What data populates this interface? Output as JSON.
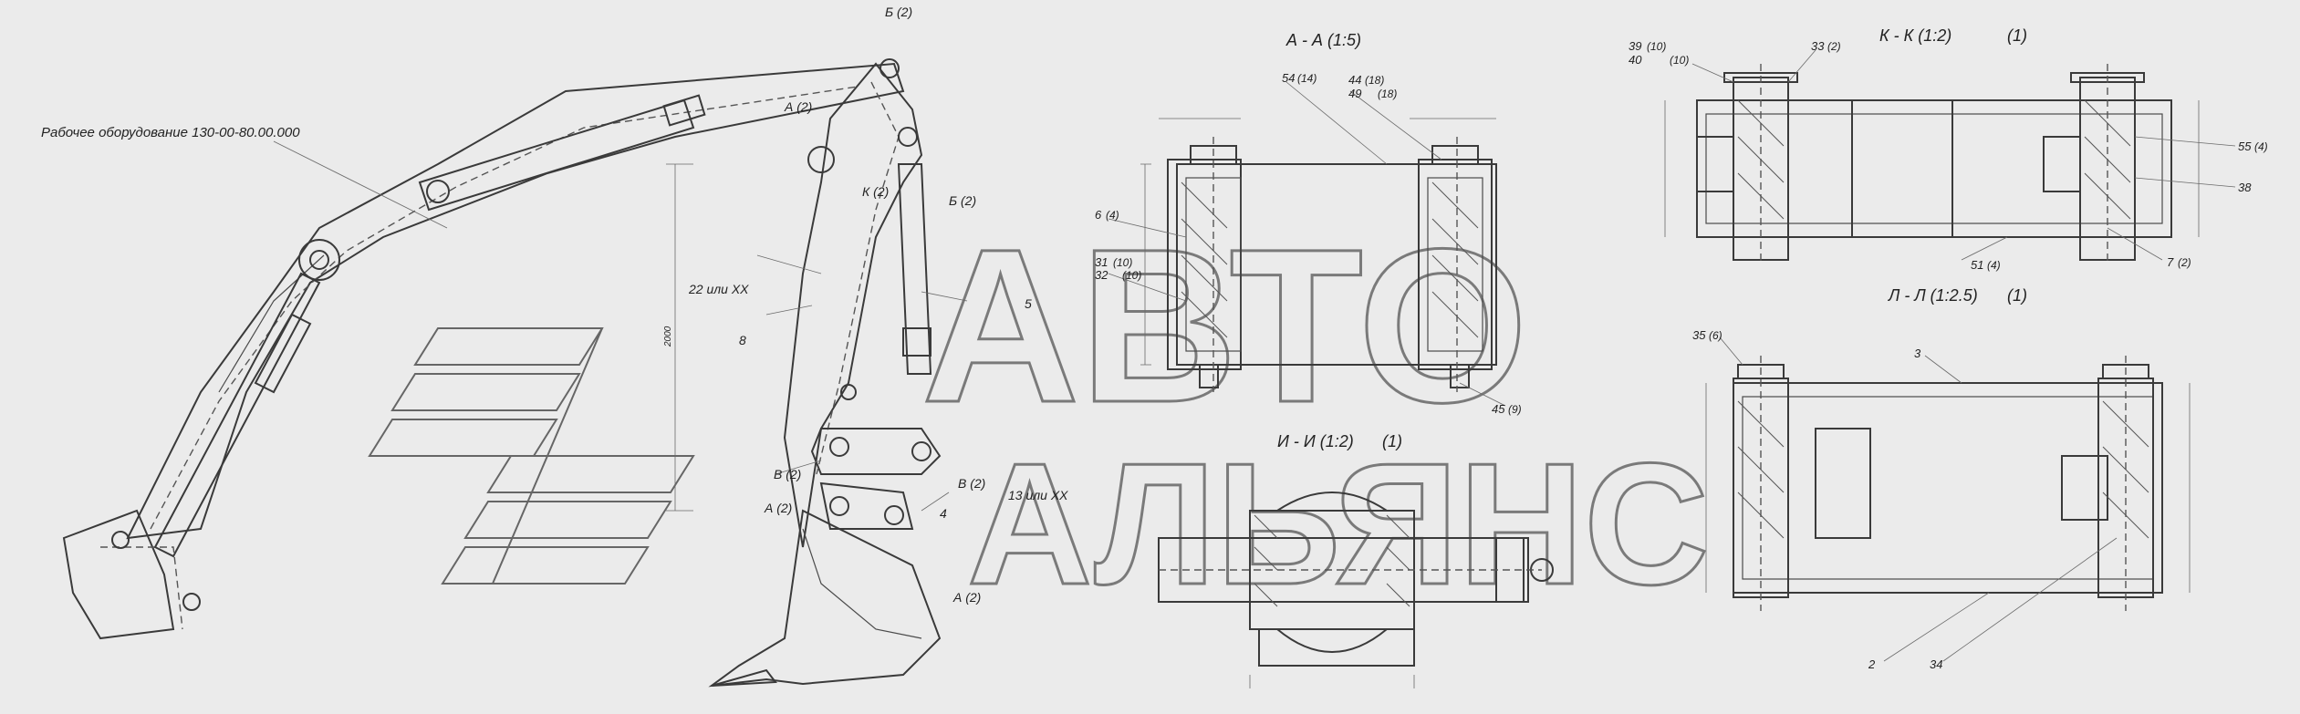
{
  "drawing": {
    "caption": "Рабочее оборудование 130-00-80.00.000",
    "sections": {
      "aa": "А - А (1:5)",
      "kk": "К - К (1:2)",
      "ll": "Л - Л (1:2.5)",
      "ii": "И - И (1:2)",
      "kk_note": "(1)",
      "ll_note": "(1)",
      "ii_note": "(1)"
    },
    "callouts": {
      "b2_top": "Б (2)",
      "a2_left": "А (2)",
      "k2": "К (2)",
      "b2_mid": "Б (2)",
      "n22": "22 или ХХ",
      "n8": "8",
      "n5": "5",
      "v2_left": "В (2)",
      "a2_mid": "А (2)",
      "v2_right": "В (2)",
      "n4": "4",
      "n13": "13 или ХХ",
      "a2_low": "А (2)",
      "dim_vertical": "2000",
      "n54": "54",
      "n54q": "(14)",
      "n44": "44",
      "n44q": "(18)",
      "n49": "49",
      "n49q": "(18)",
      "n6": "6",
      "n6q": "(4)",
      "n31": "31",
      "n31q": "(10)",
      "n32": "32",
      "n32q": "(10)",
      "n45": "45",
      "n45q": "(9)",
      "n39": "39",
      "n39q": "(10)",
      "n40": "40",
      "n40q": "(10)",
      "n33": "33",
      "n33q": "(2)",
      "n55": "55",
      "n55q": "(4)",
      "n38": "38",
      "n51": "51",
      "n51q": "(4)",
      "n7": "7",
      "n7q": "(2)",
      "n35": "35",
      "n35q": "(6)",
      "n3": "3",
      "n2": "2",
      "n34": "34"
    }
  },
  "watermark": {
    "line1": "АВТО",
    "line2": "АЛЬЯНС"
  }
}
